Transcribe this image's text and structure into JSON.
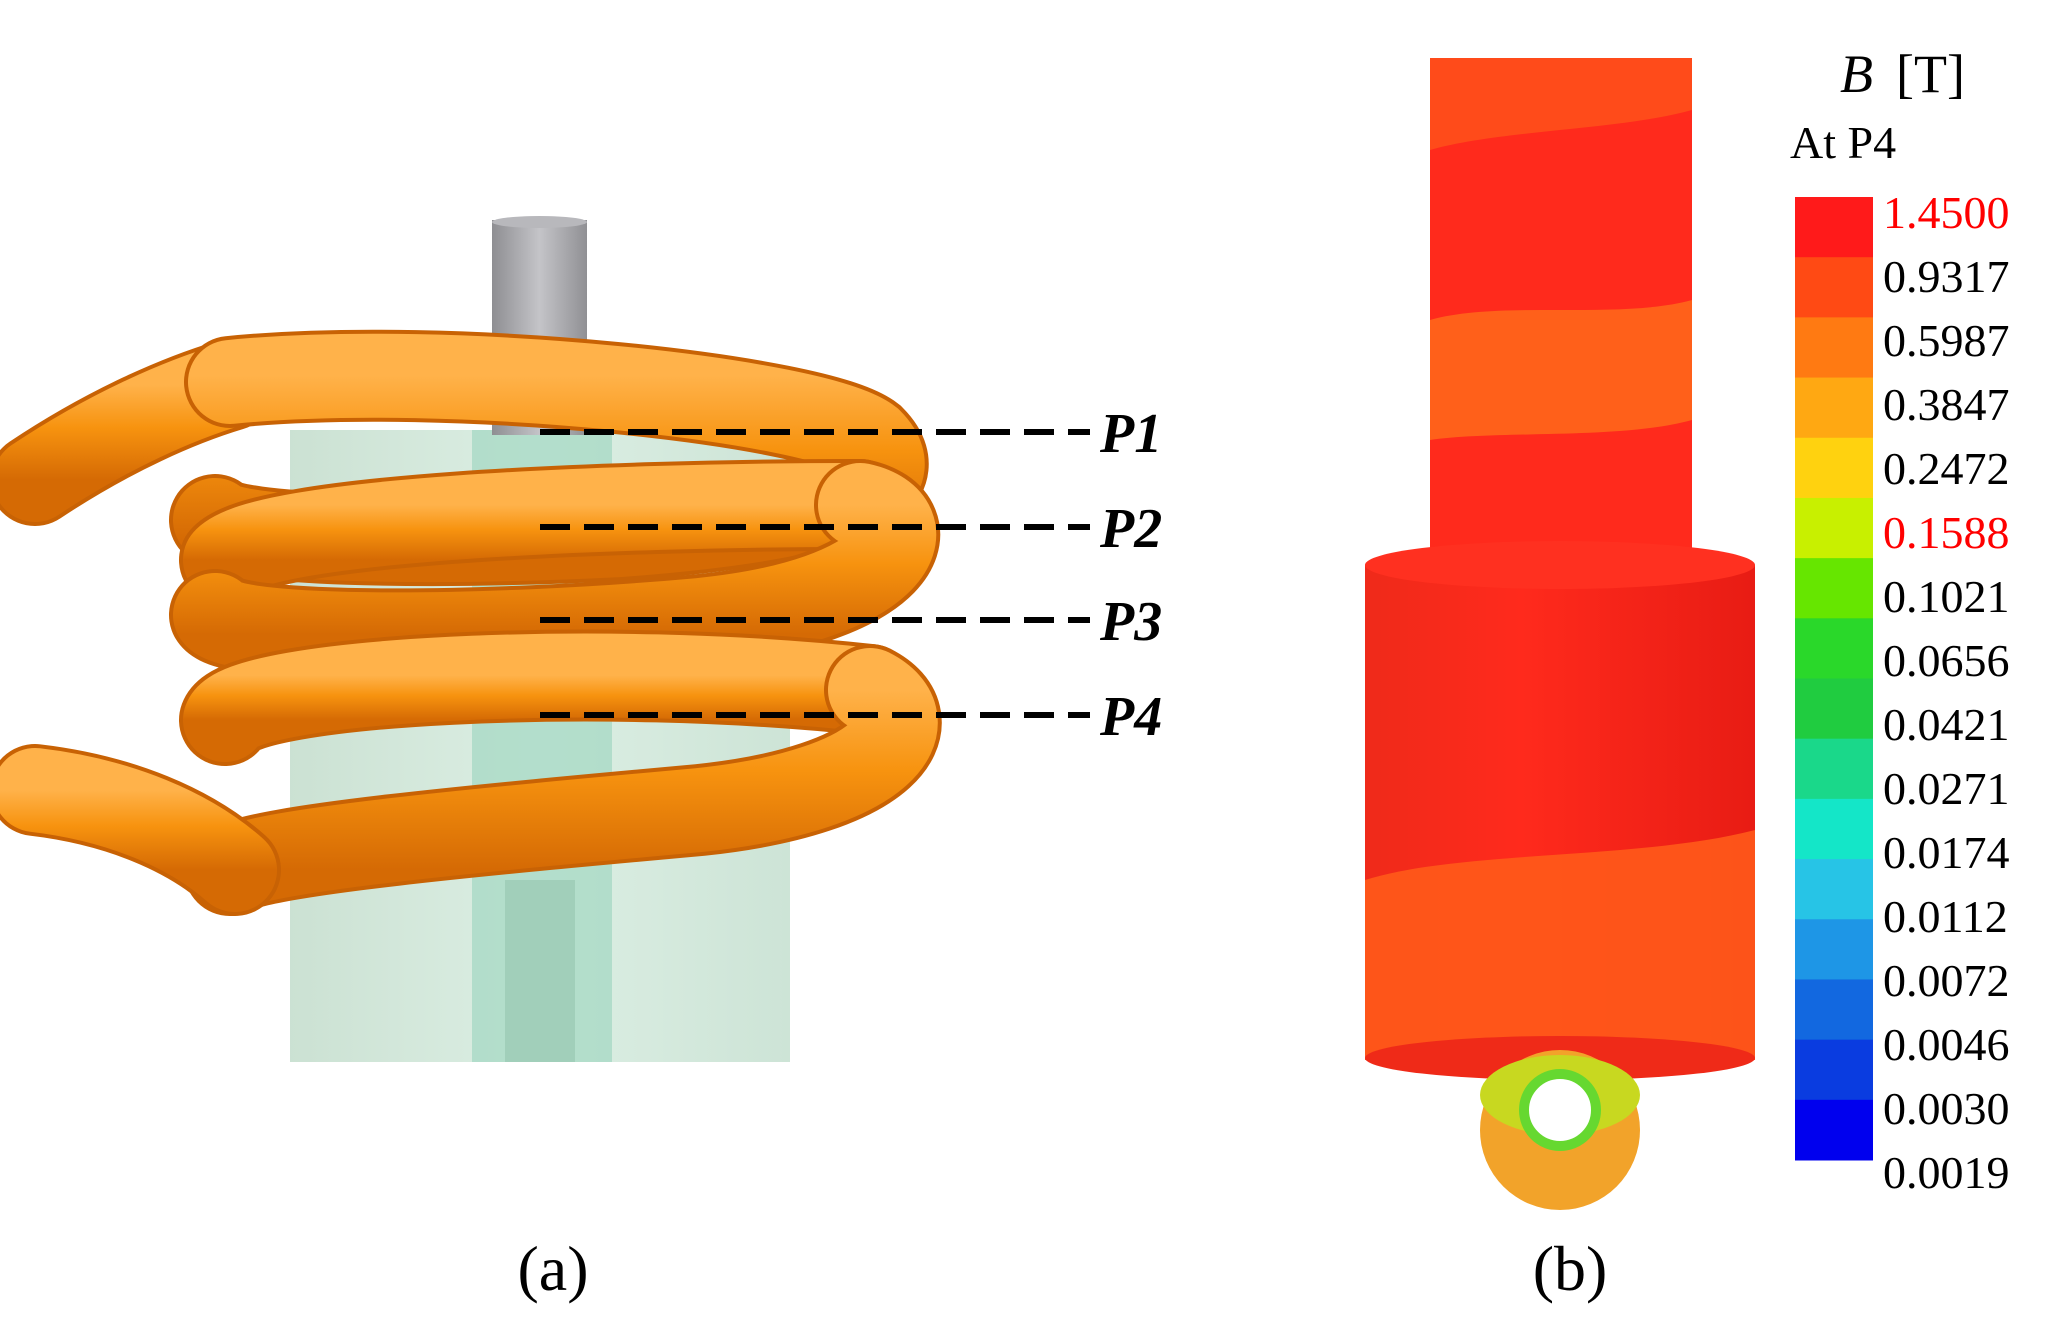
{
  "figure_a": {
    "caption": "(a)",
    "points": [
      {
        "id": "P1",
        "label": "P1"
      },
      {
        "id": "P2",
        "label": "P2"
      },
      {
        "id": "P3",
        "label": "P3"
      },
      {
        "id": "P4",
        "label": "P4"
      }
    ]
  },
  "figure_b": {
    "caption": "(b)",
    "legend": {
      "title_symbol": "B",
      "title_unit": "[T]",
      "subtitle": "At P4",
      "values": [
        "1.4500",
        "0.9317",
        "0.5987",
        "0.3847",
        "0.2472",
        "0.1588",
        "0.1021",
        "0.0656",
        "0.0421",
        "0.0271",
        "0.0174",
        "0.0112",
        "0.0072",
        "0.0046",
        "0.0030",
        "0.0019"
      ],
      "highlight_color": "#ff0000",
      "highlighted_values": [
        "1.4500",
        "0.1588"
      ],
      "colors": [
        "#ff1a1a",
        "#ff4a14",
        "#ff7a12",
        "#ffa812",
        "#ffd20f",
        "#c8f000",
        "#66e600",
        "#2ad82a",
        "#20cc40",
        "#1ad88a",
        "#14e6c8",
        "#27c4e6",
        "#1e96e6",
        "#1268e0",
        "#0a3ce0",
        "#0000ee"
      ]
    }
  },
  "colors": {
    "coil": "#f7930f",
    "coil_dark": "#d86e05",
    "rod": "#a6a6aa",
    "core": "#c8e4d4",
    "core_inner": "#a8dcc8",
    "field_high": "#ff1a1a",
    "field_mid": "#ff6a1a"
  }
}
